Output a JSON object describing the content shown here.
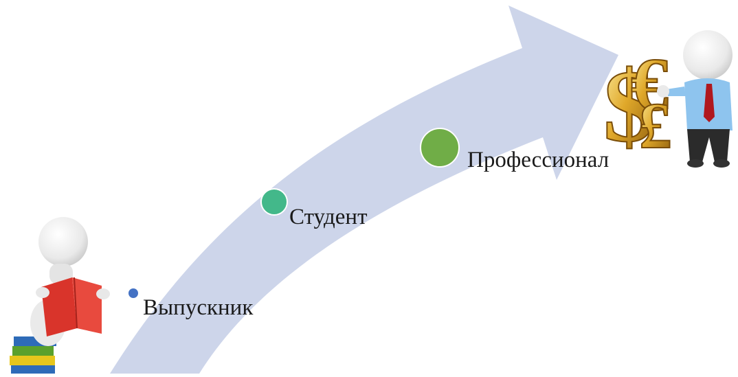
{
  "stages": [
    {
      "label": "Выпускник",
      "color": "#4472c4"
    },
    {
      "label": "Студент",
      "color": "#43b88a"
    },
    {
      "label": "Профессионал",
      "color": "#70ad47"
    }
  ],
  "colors": {
    "arrow": "#cdd5ea",
    "book_red": "#d9342b",
    "book_stack": [
      "#2e6bb8",
      "#5aa02c",
      "#e6c61c"
    ],
    "gold": "#d8a21a",
    "shirt": "#8ec4ee",
    "tie": "#b0181e",
    "pants": "#2b2b2b",
    "figure": "#f2f2f2"
  }
}
